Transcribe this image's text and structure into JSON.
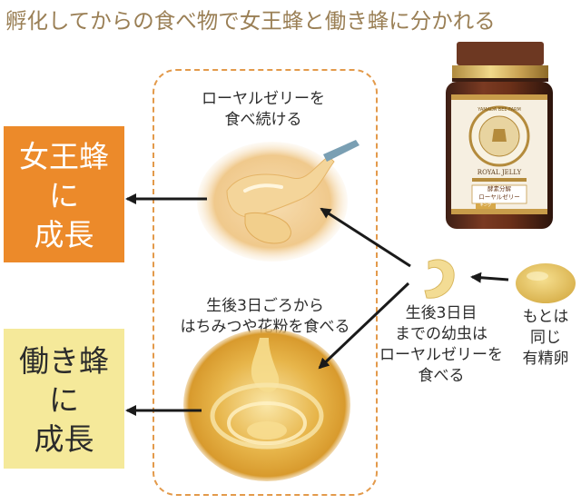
{
  "title": "孵化してからの食べ物で女王蜂と働き蜂に分かれる",
  "queen_caption": [
    "ローヤルゼリーを",
    "食べ続ける"
  ],
  "worker_caption": [
    "生後3日ごろから",
    "はちみつや花粉を食べる"
  ],
  "queen_result": [
    "女王蜂",
    "に",
    "成長"
  ],
  "worker_result": [
    "働き蜂",
    "に",
    "成長"
  ],
  "larva_text": [
    "生後3日目",
    "までの幼虫は",
    "ローヤルゼリーを",
    "食べる"
  ],
  "egg_text": [
    "もとは",
    "同じ",
    "有精卵"
  ],
  "product": {
    "brand_ring": "YAMADA BEE FARM",
    "name_en": "ROYAL JELLY",
    "label_lines": [
      "酵素分解",
      "ローヤルゼリー"
    ],
    "badge": "キング"
  },
  "colors": {
    "title": "#9a7f55",
    "queen_box": "#ec8a2a",
    "worker_box": "#f5e99a",
    "dashed_border": "#e39a4b",
    "arrow": "#1a1a1a"
  }
}
